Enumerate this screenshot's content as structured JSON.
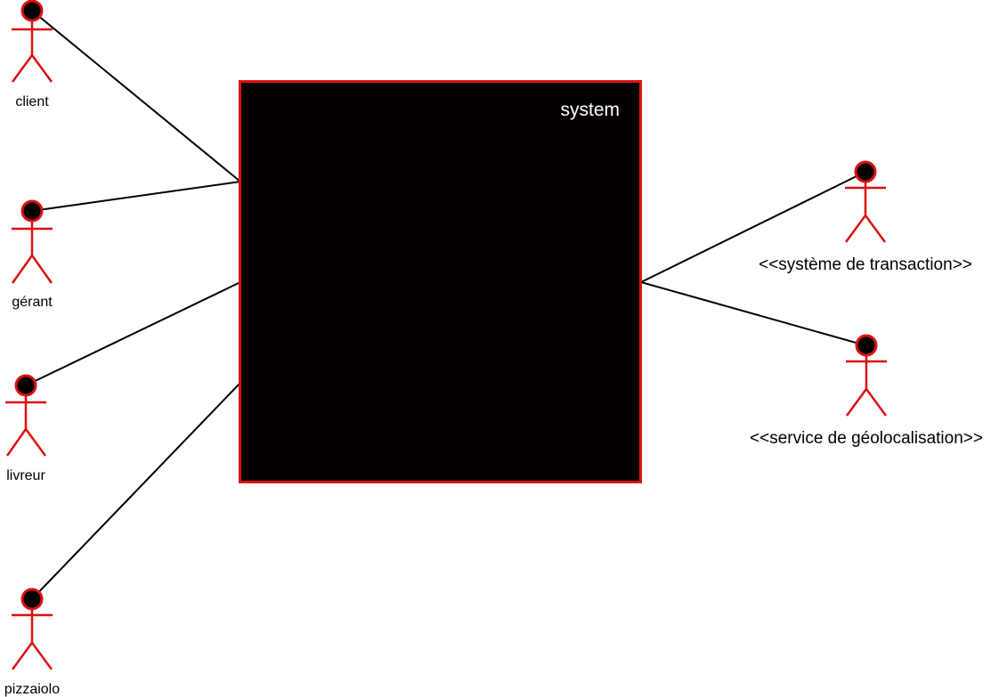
{
  "system": {
    "label": "system",
    "fill_color": "#050000",
    "border_color": "#dd1111"
  },
  "actors": {
    "client": {
      "label": "client",
      "icon": "stick-figure-actor"
    },
    "gerant": {
      "label": "gérant",
      "icon": "stick-figure-actor"
    },
    "livreur": {
      "label": "livreur",
      "icon": "stick-figure-actor"
    },
    "pizzaiolo": {
      "label": "pizzaiolo",
      "icon": "stick-figure-actor"
    },
    "transaction": {
      "label": "<<système de transaction>>",
      "icon": "stick-figure-actor"
    },
    "geolocalisation": {
      "label": "<<service de géolocalisation>>",
      "icon": "stick-figure-actor"
    }
  },
  "colors": {
    "actor_outline": "#dd1111",
    "actor_head_fill": "#000000",
    "association_line": "#000000"
  }
}
